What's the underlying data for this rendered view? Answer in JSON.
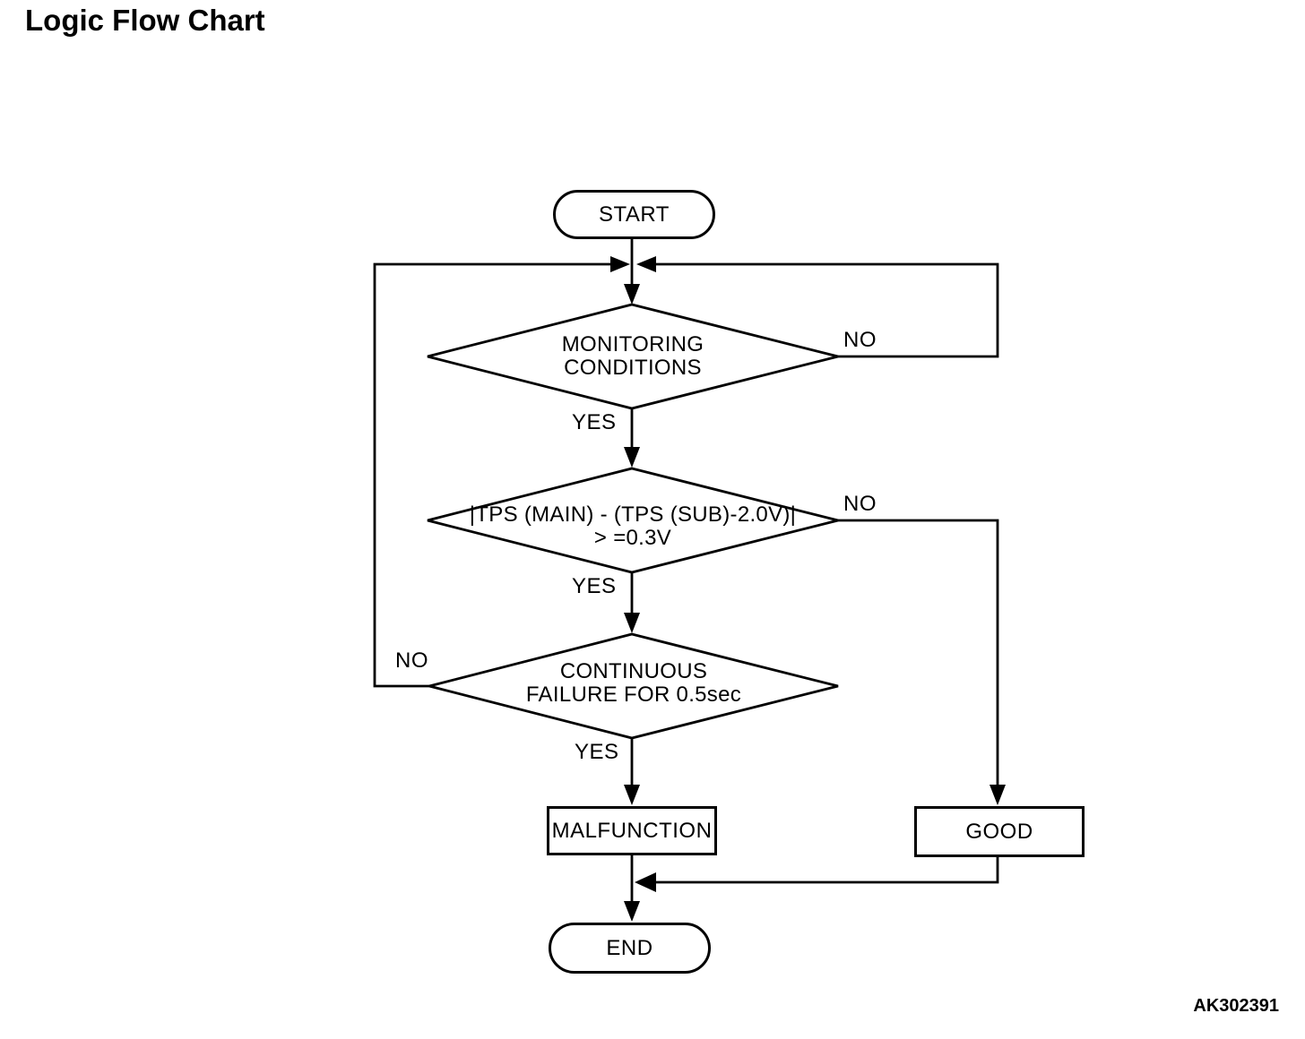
{
  "page": {
    "title": "Logic Flow Chart",
    "figure_code": "AK302391"
  },
  "flowchart": {
    "terminals": {
      "start": "START",
      "end": "END"
    },
    "decisions": {
      "monitoring": {
        "line1": "MONITORING",
        "line2": "CONDITIONS",
        "yes_label": "YES",
        "no_label": "NO"
      },
      "tps": {
        "line1": "|TPS (MAIN) - (TPS (SUB)-2.0V)|",
        "line2": "> =0.3V",
        "yes_label": "YES",
        "no_label": "NO"
      },
      "continuous": {
        "line1": "CONTINUOUS",
        "line2": "FAILURE FOR 0.5sec",
        "yes_label": "YES",
        "no_label": "NO"
      }
    },
    "results": {
      "malfunction": "MALFUNCTION",
      "good": "GOOD"
    }
  }
}
